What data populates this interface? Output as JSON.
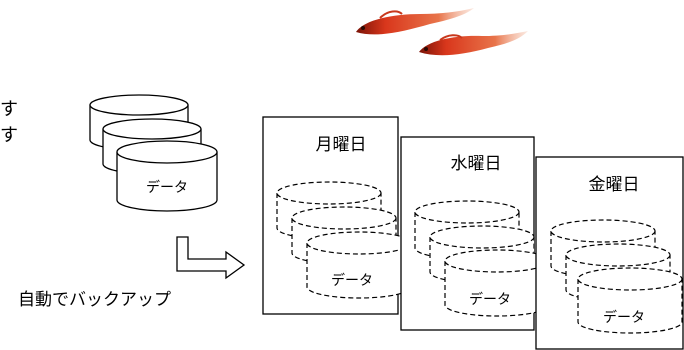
{
  "left_text_fragments": [
    "す",
    "す"
  ],
  "source_label": "データ",
  "arrow_caption": "自動でバックアップ",
  "days": [
    {
      "title": "月曜日",
      "data_label": "データ"
    },
    {
      "title": "水曜日",
      "data_label": "データ"
    },
    {
      "title": "金曜日",
      "data_label": "データ"
    }
  ],
  "colors": {
    "fish_body": "#d9371c",
    "fish_fin": "#e8744a",
    "line": "#000000",
    "background": "#ffffff"
  },
  "icons": [
    "database-icon",
    "dashed-database-icon",
    "bent-arrow-icon",
    "fish-icon"
  ]
}
